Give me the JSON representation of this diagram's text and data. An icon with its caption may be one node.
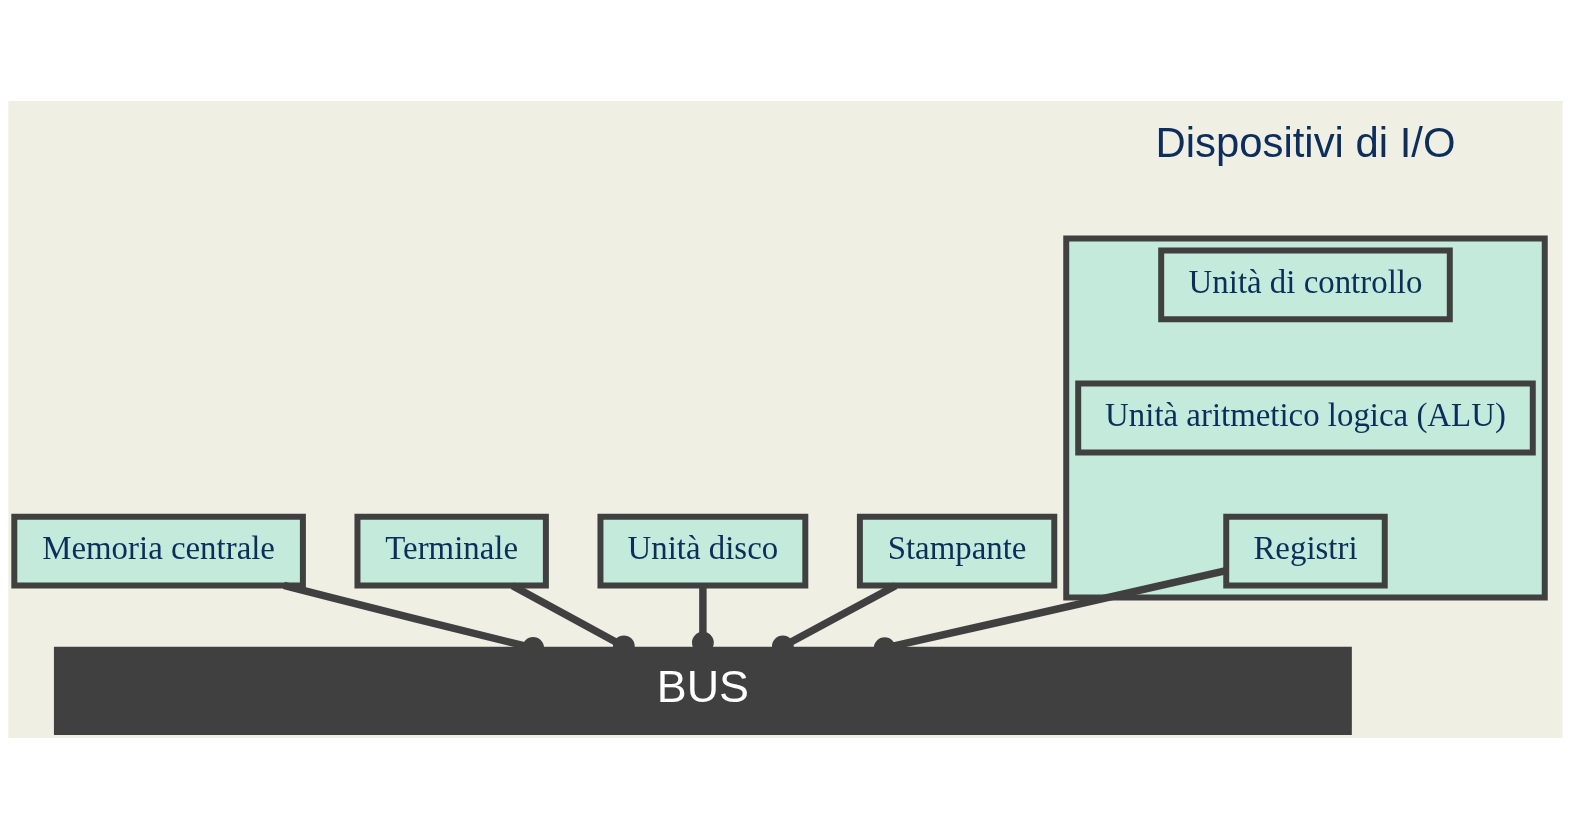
{
  "diagram": {
    "nodes": [
      {
        "text": [],
        "shape": "box"
      },
      {
        "text": [
          "Unità di controllo"
        ],
        "in": 0
      },
      {
        "text": [
          "Unità aritmetico logica (ALU)"
        ],
        "in": 0
      },
      {
        "text": [
          "Registri"
        ],
        "in": 0
      },
      {
        "text": [
          "Memoria centrale"
        ]
      },
      {
        "text": [
          "Terminale"
        ]
      },
      {
        "text": [
          "Unità disco"
        ]
      },
      {
        "text": [
          "Stampante"
        ]
      },
      {
        "text": [
          "BUS"
        ]
      }
    ],
    "edges": [
      {
        "from": 3,
        "to": 8,
        "arrow": "other"
      },
      {
        "from": 4,
        "to": 8,
        "arrow": "other"
      },
      {
        "from": 5,
        "to": 8,
        "arrow": "other"
      },
      {
        "from": 6,
        "to": 8,
        "arrow": "other"
      },
      {
        "from": 7,
        "to": 8,
        "arrow": "other"
      }
    ],
    "labels": [
      "Dispositivi di I/O"
    ]
  }
}
